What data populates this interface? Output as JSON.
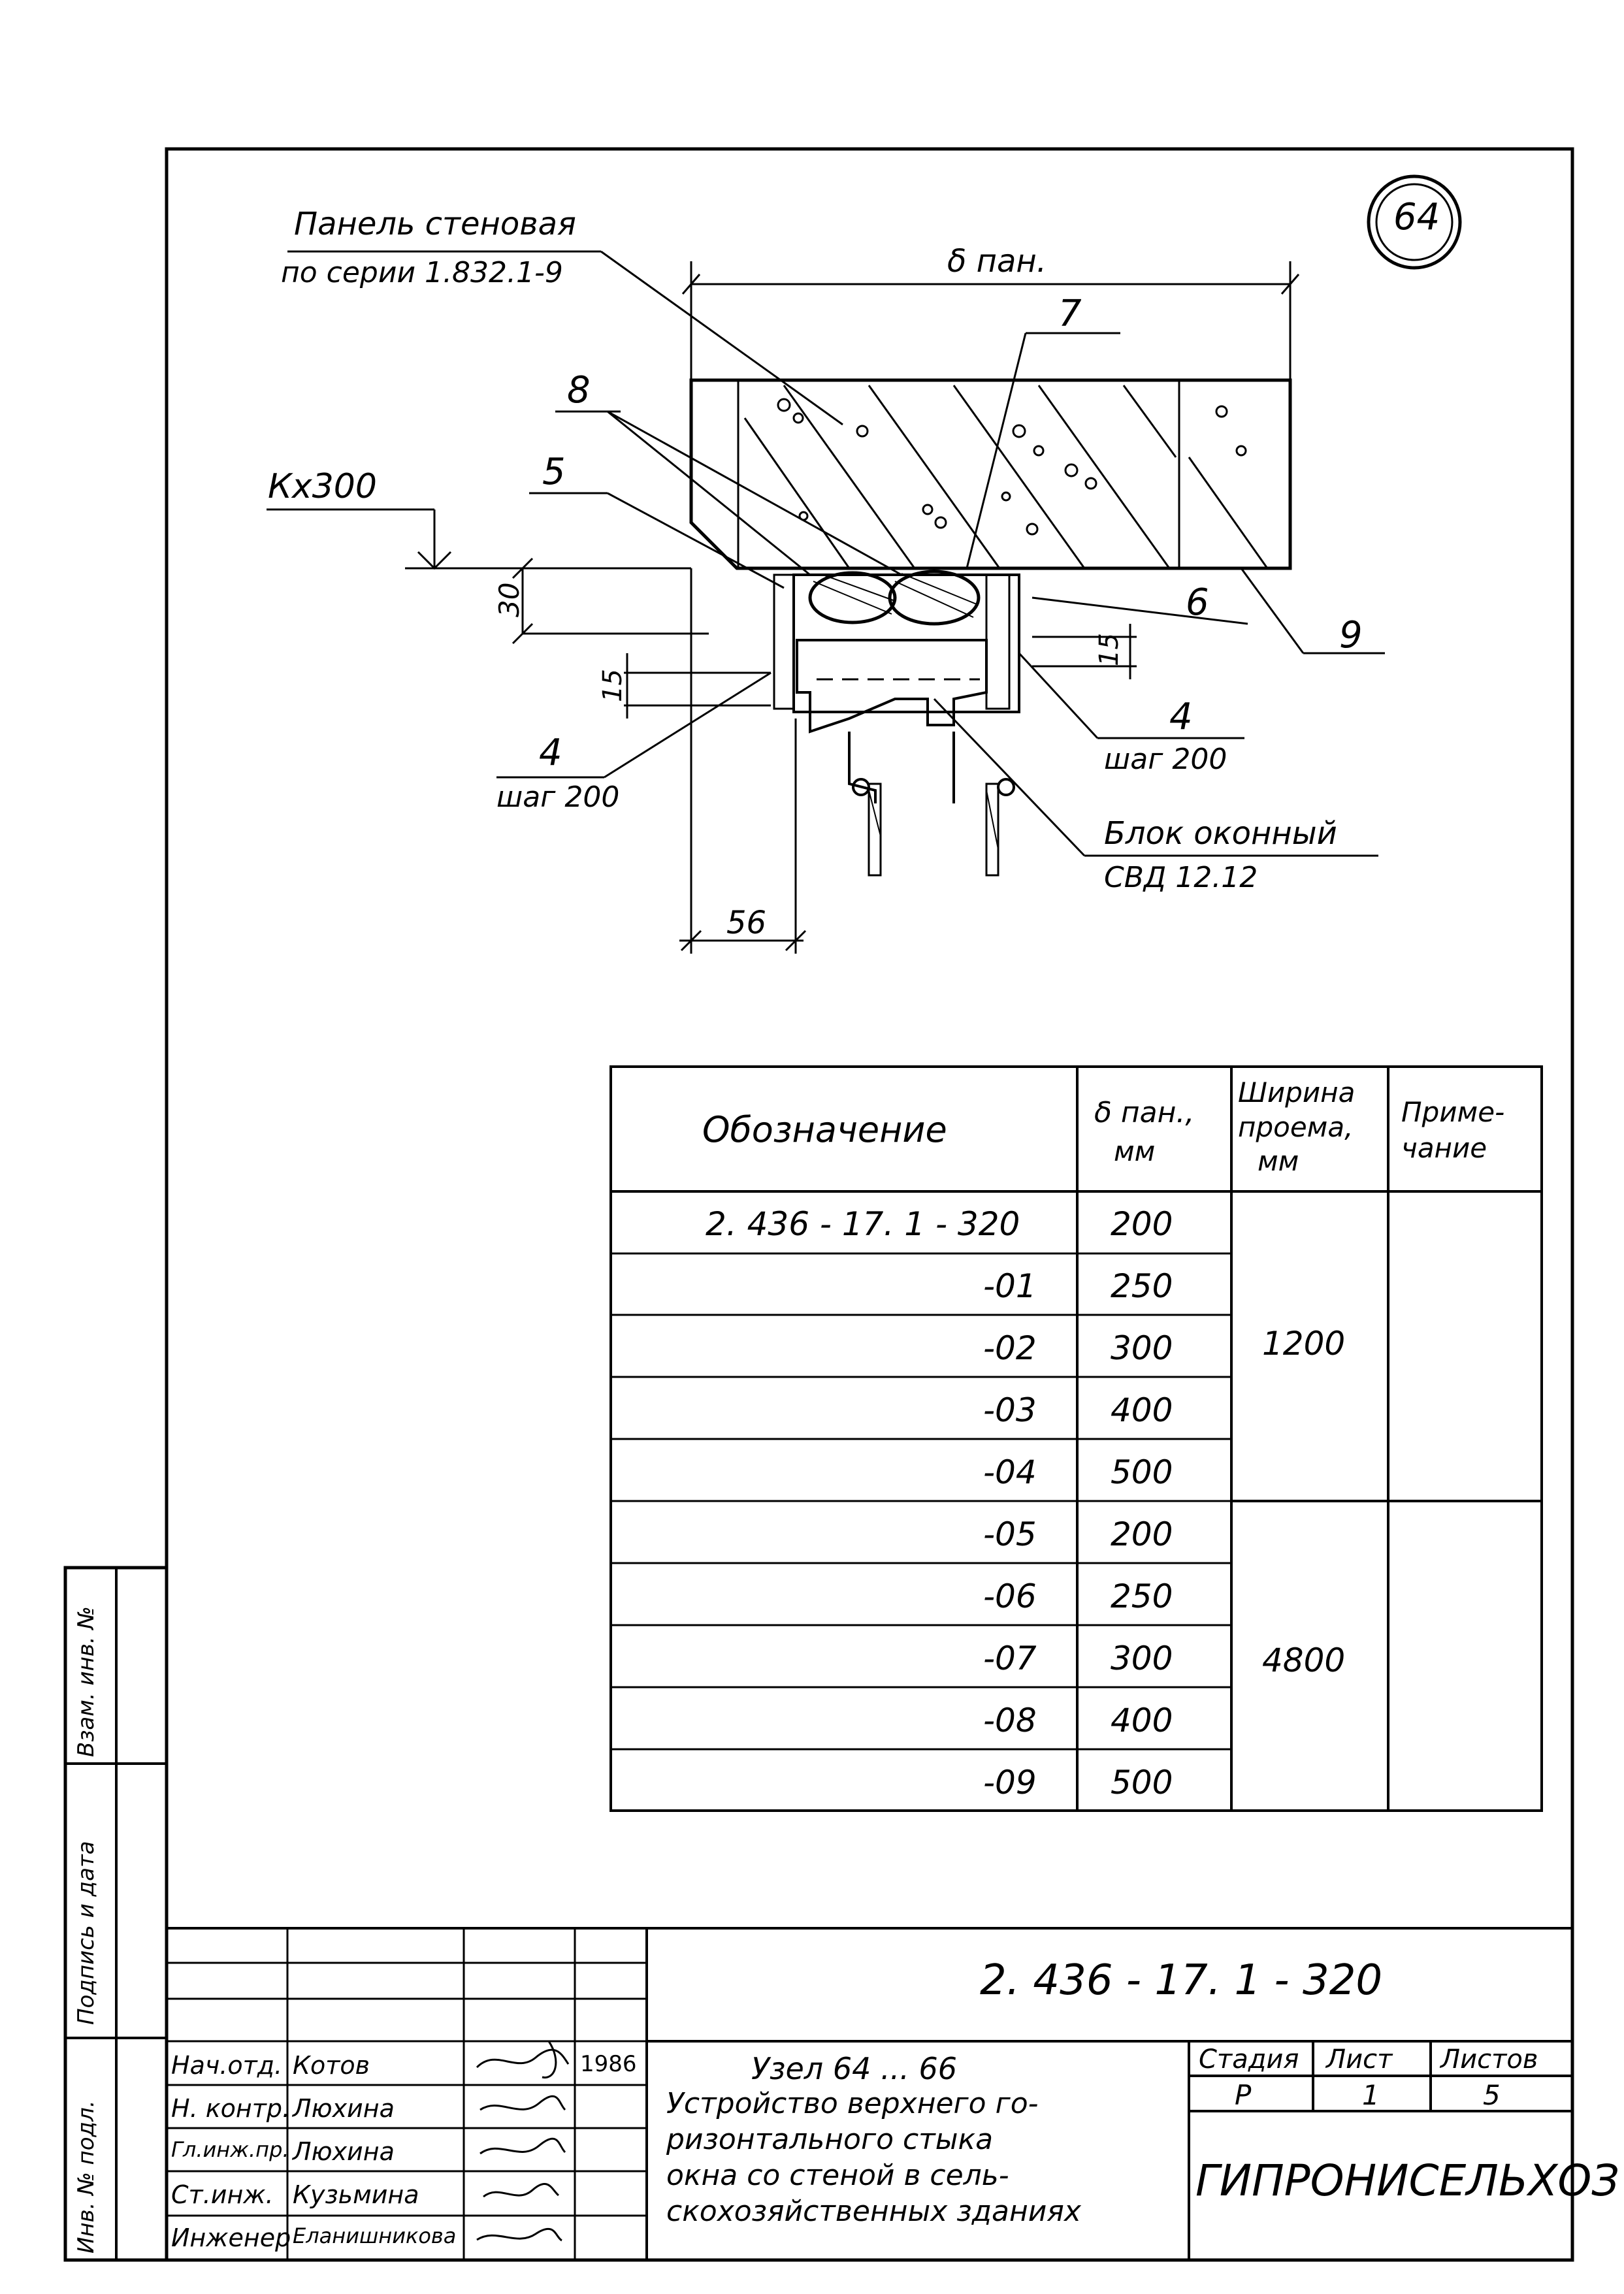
{
  "sheet_marker": "64",
  "callouts": {
    "panel_label_line1": "Панель стеновая",
    "panel_label_line2": "по серии 1.832.1-9",
    "delta_pan": "δ пан.",
    "num_7": "7",
    "num_8": "8",
    "num_5": "5",
    "level_mark": "Кх300",
    "num_6": "6",
    "num_9": "9",
    "num_4_right": "4",
    "step_right": "шаг 200",
    "num_4_left": "4",
    "step_left": "шаг 200",
    "window_block_line1": "Блок оконный",
    "window_block_line2": "СВД 12.12",
    "dim_30": "30",
    "dim_15_left": "15",
    "dim_15_right": "15",
    "dim_56": "56"
  },
  "table": {
    "headers": {
      "designation": "Обозначение",
      "thickness_line1": "δ пан.,",
      "thickness_line2": "мм",
      "width_line1": "Ширина",
      "width_line2": "проема,",
      "width_line3": "мм",
      "note_line1": "Приме-",
      "note_line2": "чание"
    },
    "rows": [
      {
        "designation": "2. 436 - 17. 1 - 320",
        "thickness": "200"
      },
      {
        "designation": "-01",
        "thickness": "250"
      },
      {
        "designation": "-02",
        "thickness": "300"
      },
      {
        "designation": "-03",
        "thickness": "400"
      },
      {
        "designation": "-04",
        "thickness": "500"
      },
      {
        "designation": "-05",
        "thickness": "200"
      },
      {
        "designation": "-06",
        "thickness": "250"
      },
      {
        "designation": "-07",
        "thickness": "300"
      },
      {
        "designation": "-08",
        "thickness": "400"
      },
      {
        "designation": "-09",
        "thickness": "500"
      }
    ],
    "width_groups": [
      {
        "value": "1200"
      },
      {
        "value": "4800"
      }
    ]
  },
  "title_block": {
    "doc_number": "2. 436 - 17. 1 - 320",
    "roles": [
      "Нач.отд.",
      "Н. контр.",
      "Гл.инж.пр.",
      "Ст.инж.",
      "Инженер"
    ],
    "names": [
      "Котов",
      "Люхина",
      "Люхина",
      "Кузьмина",
      "Еланишникова"
    ],
    "year": "1986",
    "title_line1": "Узел 64 ... 66",
    "title_line2": "Устройство верхнего го-",
    "title_line3": "ризонтального стыка",
    "title_line4": "окна со стеной в сель-",
    "title_line5": "скохозяйственных зданиях",
    "stage_label": "Стадия",
    "sheet_label": "Лист",
    "sheets_label": "Листов",
    "stage_value": "Р",
    "sheet_value": "1",
    "sheets_value": "5",
    "organization": "ГИПРОНИСЕЛЬХОЗ"
  },
  "side_stamp": {
    "inv_orig": "Инв. № подл.",
    "signature_date": "Подпись и дата",
    "replace_inv": "Взам. инв. №"
  }
}
